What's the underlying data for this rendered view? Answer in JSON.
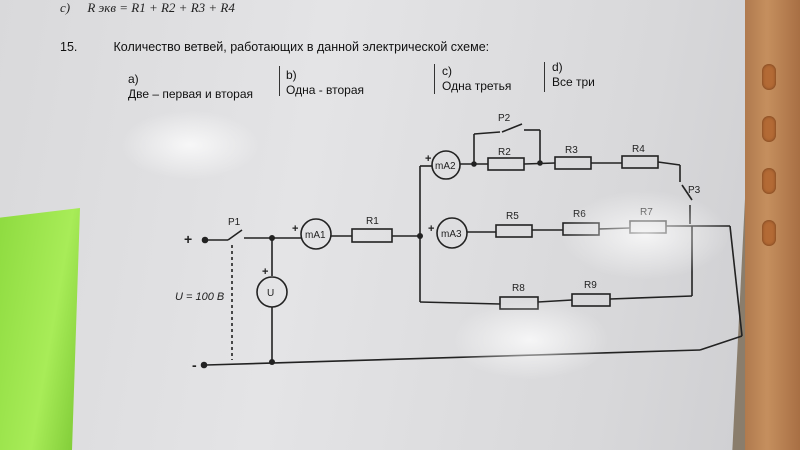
{
  "previous": {
    "label": "c)",
    "formula": "R экв = R1 + R2 + R3 + R4"
  },
  "question": {
    "number": "15.",
    "text": "Количество ветвей, работающих в данной электрической схеме:"
  },
  "options": [
    {
      "letter": "a)",
      "text": "Две – первая и вторая"
    },
    {
      "letter": "b)",
      "text": "Одна - вторая"
    },
    {
      "letter": "c)",
      "text": "Одна третья"
    },
    {
      "letter": "d)",
      "text": "Все три"
    }
  ],
  "circuit": {
    "plus": "+",
    "minus": "-",
    "source_label": "U = 100 В",
    "switches": [
      "P1",
      "P2",
      "P3"
    ],
    "meters": [
      "mA1",
      "mA2",
      "mA3",
      "U"
    ],
    "resistors": [
      "R1",
      "R2",
      "R3",
      "R4",
      "R5",
      "R6",
      "R7",
      "R8",
      "R9"
    ]
  },
  "colors": {
    "paper": "#e2e2e4",
    "ink": "#222222",
    "folder_green": "#a8ec58",
    "binder_wood": "#c58f5e"
  }
}
